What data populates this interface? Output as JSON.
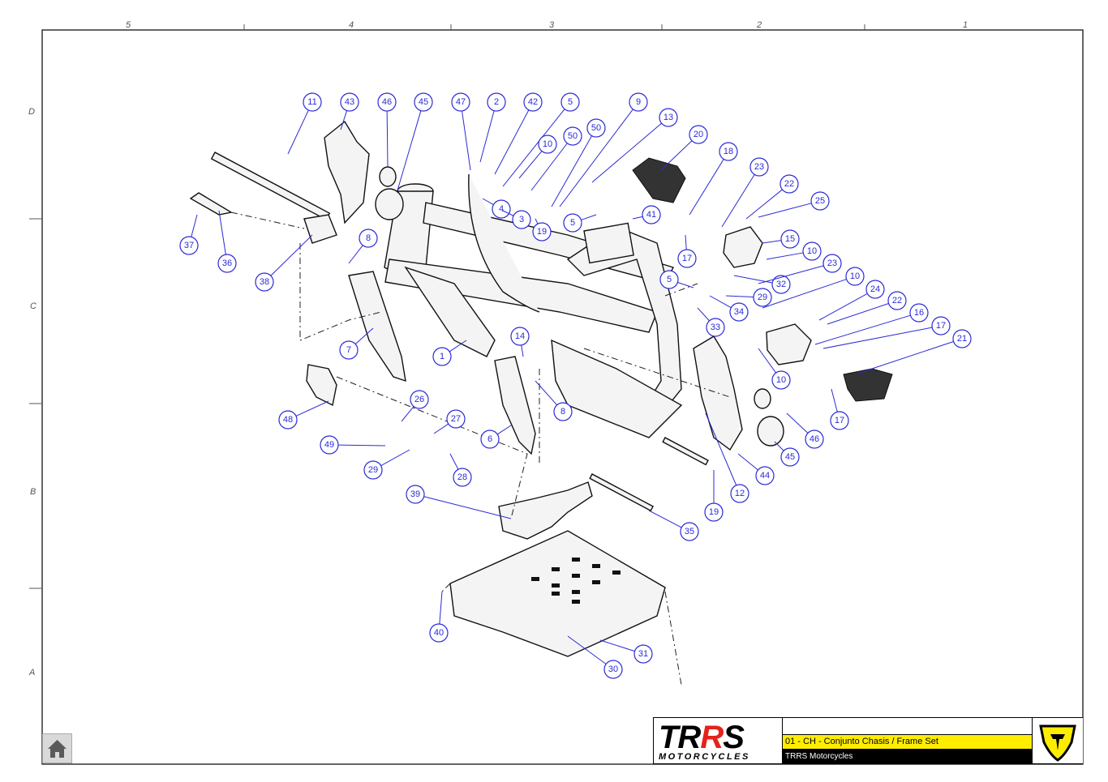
{
  "grid": {
    "columns": [
      "5",
      "4",
      "3",
      "2",
      "1"
    ],
    "rows": [
      "D",
      "C",
      "B",
      "A"
    ]
  },
  "callouts": [
    "11",
    "43",
    "46",
    "45",
    "47",
    "2",
    "42",
    "5",
    "9",
    "13",
    "20",
    "18",
    "23",
    "22",
    "25",
    "10",
    "50",
    "50",
    "4",
    "3",
    "19",
    "5",
    "41",
    "15",
    "17",
    "10",
    "37",
    "36",
    "38",
    "8",
    "7",
    "1",
    "14",
    "8",
    "5",
    "32",
    "29",
    "34",
    "33",
    "23",
    "10",
    "24",
    "22",
    "16",
    "17",
    "21",
    "10",
    "26",
    "48",
    "27",
    "49",
    "29",
    "28",
    "6",
    "46",
    "45",
    "17",
    "44",
    "12",
    "19",
    "35",
    "39",
    "40",
    "31",
    "30"
  ],
  "title_block": {
    "logo_text_1": "TR",
    "logo_text_2": "R",
    "logo_text_3": "S",
    "logo_sub": "MOTORCYCLES",
    "drawing_title": "01 - CH - Conjunto Chasis / Frame Set",
    "company": "TRRS Motorcycles",
    "brand_mark_icon": "trrs-shield-icon",
    "colors": {
      "title_bg": "#ffed00",
      "company_bg": "#000000",
      "accent": "#e5231b",
      "callout": "#2b2bd6"
    }
  },
  "nav": {
    "home_icon": "home-icon"
  }
}
